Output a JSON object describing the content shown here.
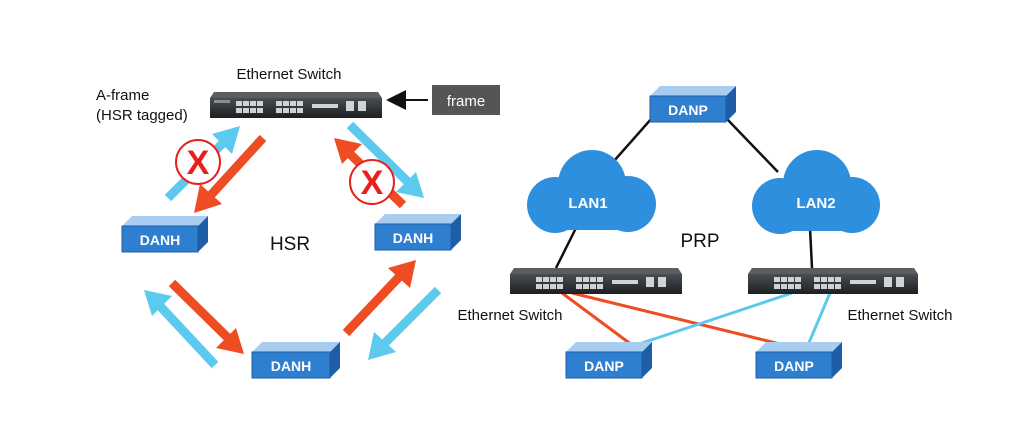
{
  "hsr": {
    "switch_label": "Ethernet Switch",
    "aframe_line1": "A-frame",
    "aframe_line2": "(HSR tagged)",
    "frame_tag": "frame",
    "center_label": "HSR",
    "node_left": "DANH",
    "node_right": "DANH",
    "node_bottom": "DANH",
    "blocked_symbol_left": "X",
    "blocked_symbol_right": "X"
  },
  "prp": {
    "center_label": "PRP",
    "top_node": "DANP",
    "cloud_left": "LAN1",
    "cloud_right": "LAN2",
    "switch_left_label": "Ethernet Switch",
    "switch_right_label": "Ethernet Switch",
    "node_bottom_left": "DANP",
    "node_bottom_right": "DANP"
  },
  "colors": {
    "box_front": "#2f7fd0",
    "box_top": "#a9cdf0",
    "box_side": "#1d5ea6",
    "cloud": "#2e8fde",
    "arrow_orange": "#ee4d24",
    "arrow_cyan": "#5cc9ee",
    "blocked_red": "#e8201b",
    "frame_tag_bg": "#555555",
    "switch_body": "#2b2d30"
  }
}
